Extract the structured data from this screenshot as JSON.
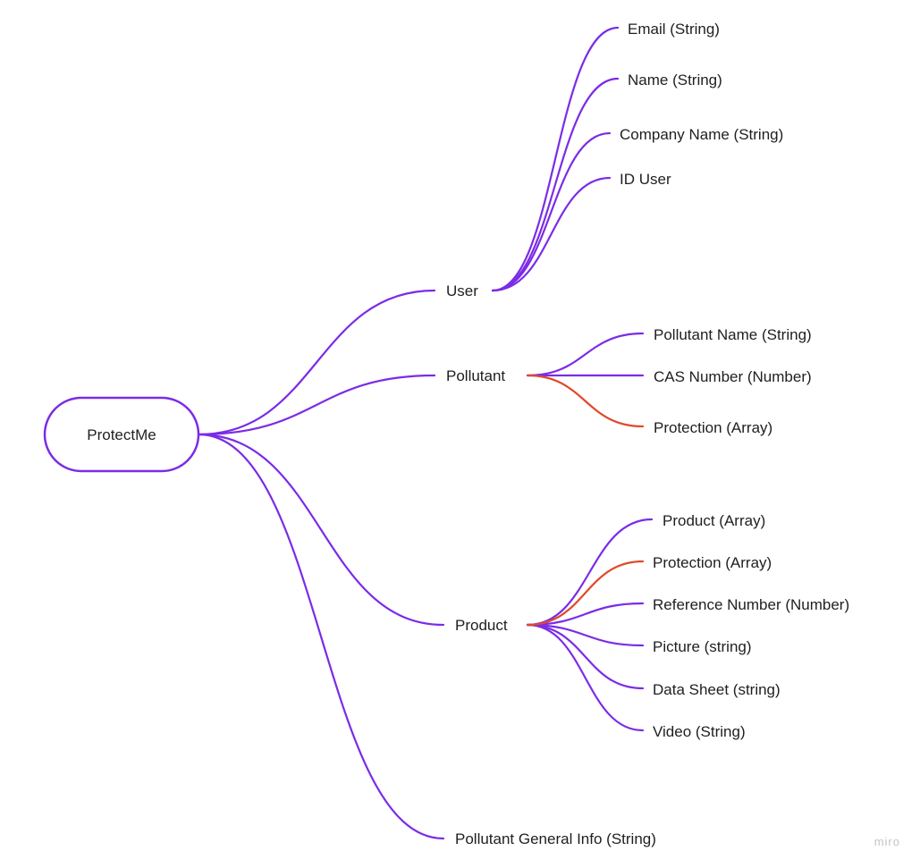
{
  "colors": {
    "branch": "#7b2ce6",
    "highlight": "#e0492b",
    "text": "#1f1f1f",
    "watermark": "#c4c4c4"
  },
  "mindmap": {
    "root": {
      "label": "ProtectMe",
      "branches": [
        {
          "label": "User",
          "children": [
            {
              "label": "Email (String)",
              "highlight": false
            },
            {
              "label": "Name (String)",
              "highlight": false
            },
            {
              "label": "Company Name (String)",
              "highlight": false
            },
            {
              "label": "ID User",
              "highlight": false
            }
          ]
        },
        {
          "label": "Pollutant",
          "children": [
            {
              "label": "Pollutant Name (String)",
              "highlight": false
            },
            {
              "label": "CAS Number (Number)",
              "highlight": false
            },
            {
              "label": "Protection (Array)",
              "highlight": true
            }
          ]
        },
        {
          "label": "Product",
          "children": [
            {
              "label": "Product (Array)",
              "highlight": false
            },
            {
              "label": "Protection (Array)",
              "highlight": true
            },
            {
              "label": "Reference Number (Number)",
              "highlight": false
            },
            {
              "label": "Picture (string)",
              "highlight": false
            },
            {
              "label": "Data Sheet (string)",
              "highlight": false
            },
            {
              "label": "Video (String)",
              "highlight": false
            }
          ]
        },
        {
          "label": "Pollutant General Info (String)",
          "children": []
        }
      ]
    }
  },
  "watermark": "miro"
}
